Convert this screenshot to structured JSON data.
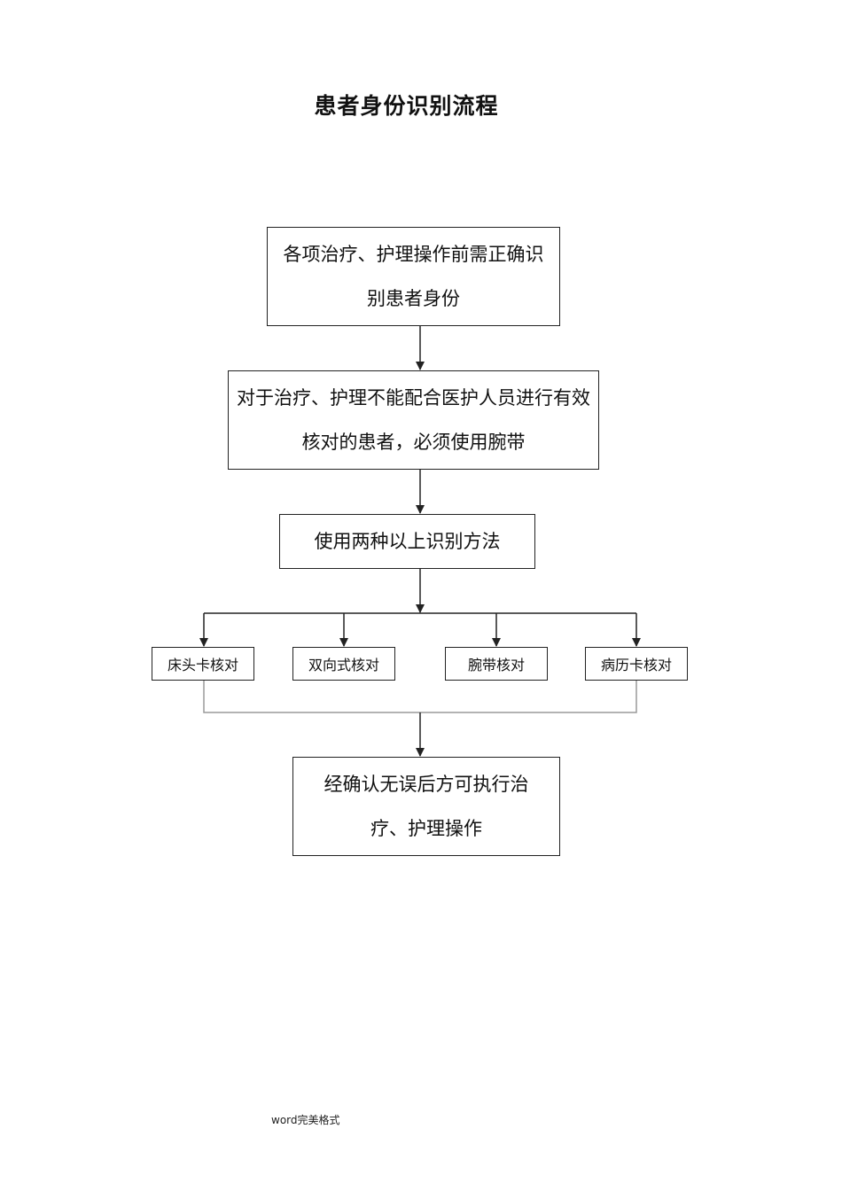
{
  "title": "患者身份识别流程",
  "steps": [
    {
      "text": "各项治疗、护理操作前需正确识别患者身份"
    },
    {
      "text": "对于治疗、护理不能配合医护人员进行有效核对的患者，必须使用腕带"
    },
    {
      "text": "使用两种以上识别方法"
    }
  ],
  "methods": [
    {
      "text": "床头卡核对"
    },
    {
      "text": "双向式核对"
    },
    {
      "text": "腕带核对"
    },
    {
      "text": "病历卡核对"
    }
  ],
  "final_step": {
    "text": "经确认无误后方可执行治疗、护理操作"
  },
  "footer": "word完美格式",
  "colors": {
    "line": "#222222",
    "connector": "#9a9a9a"
  }
}
